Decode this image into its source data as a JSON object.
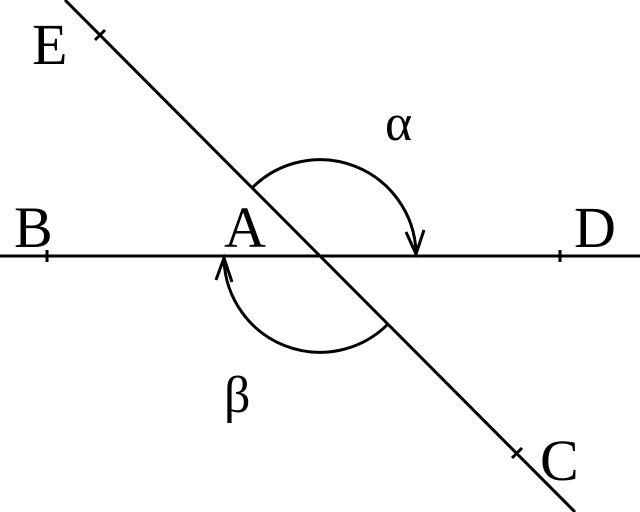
{
  "labels": {
    "E": "E",
    "B": "B",
    "A": "A",
    "D": "D",
    "C": "C",
    "alpha": "α",
    "beta": "β"
  }
}
